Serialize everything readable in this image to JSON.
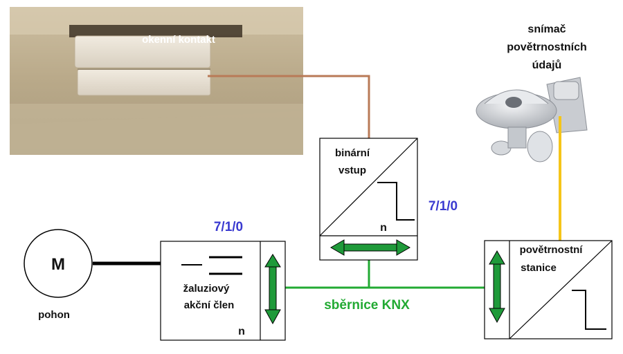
{
  "photo": {
    "label": "okenní kontakt"
  },
  "weather_sensor": {
    "label_line1": "snímač",
    "label_line2": "povětrnostních",
    "label_line3": "údajů"
  },
  "motor": {
    "symbol": "M",
    "label": "pohon"
  },
  "blind_actuator": {
    "label_line1": "žaluziový",
    "label_line2": "akční člen",
    "count": "n",
    "address": "7/1/0"
  },
  "binary_input": {
    "label_line1": "binární",
    "label_line2": "vstup",
    "count": "n",
    "address": "7/1/0"
  },
  "weather_station": {
    "label_line1": "povětrnostní",
    "label_line2": "stanice"
  },
  "bus": {
    "label": "sběrnice KNX"
  },
  "colors": {
    "bus": "#22aa33",
    "address": "#3a3ad0",
    "contact_wire": "#b97a57",
    "sensor_wire": "#f5c518",
    "arrow_fill": "#1f9a3a"
  }
}
